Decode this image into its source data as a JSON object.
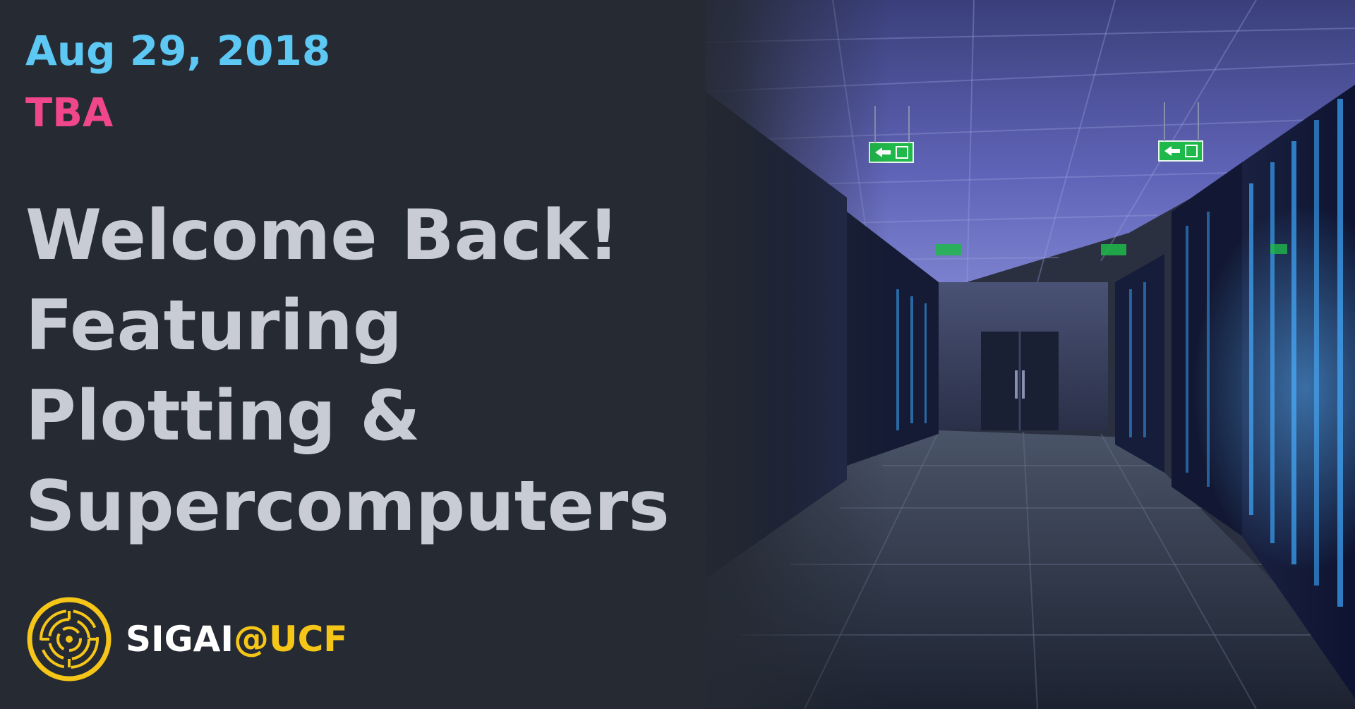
{
  "event": {
    "date": "Aug 29, 2018",
    "location": "TBA"
  },
  "headline": {
    "line1": "Welcome Back!",
    "line2": "Featuring",
    "line3": "Plotting &",
    "line4": "Supercomputers"
  },
  "brand": {
    "name_part1": "SIGAI",
    "name_part2": "@UCF"
  },
  "colors": {
    "background": "#252a33",
    "date": "#5cc8f3",
    "location": "#f0468c",
    "headline": "#c9ccd4",
    "brand_accent": "#f5c518",
    "server_light": "#3aa8ff",
    "exit_sign": "#1fb84a"
  },
  "icons": {
    "logo": "circuit-circle-logo-icon",
    "exit": "exit-sign-icon"
  }
}
